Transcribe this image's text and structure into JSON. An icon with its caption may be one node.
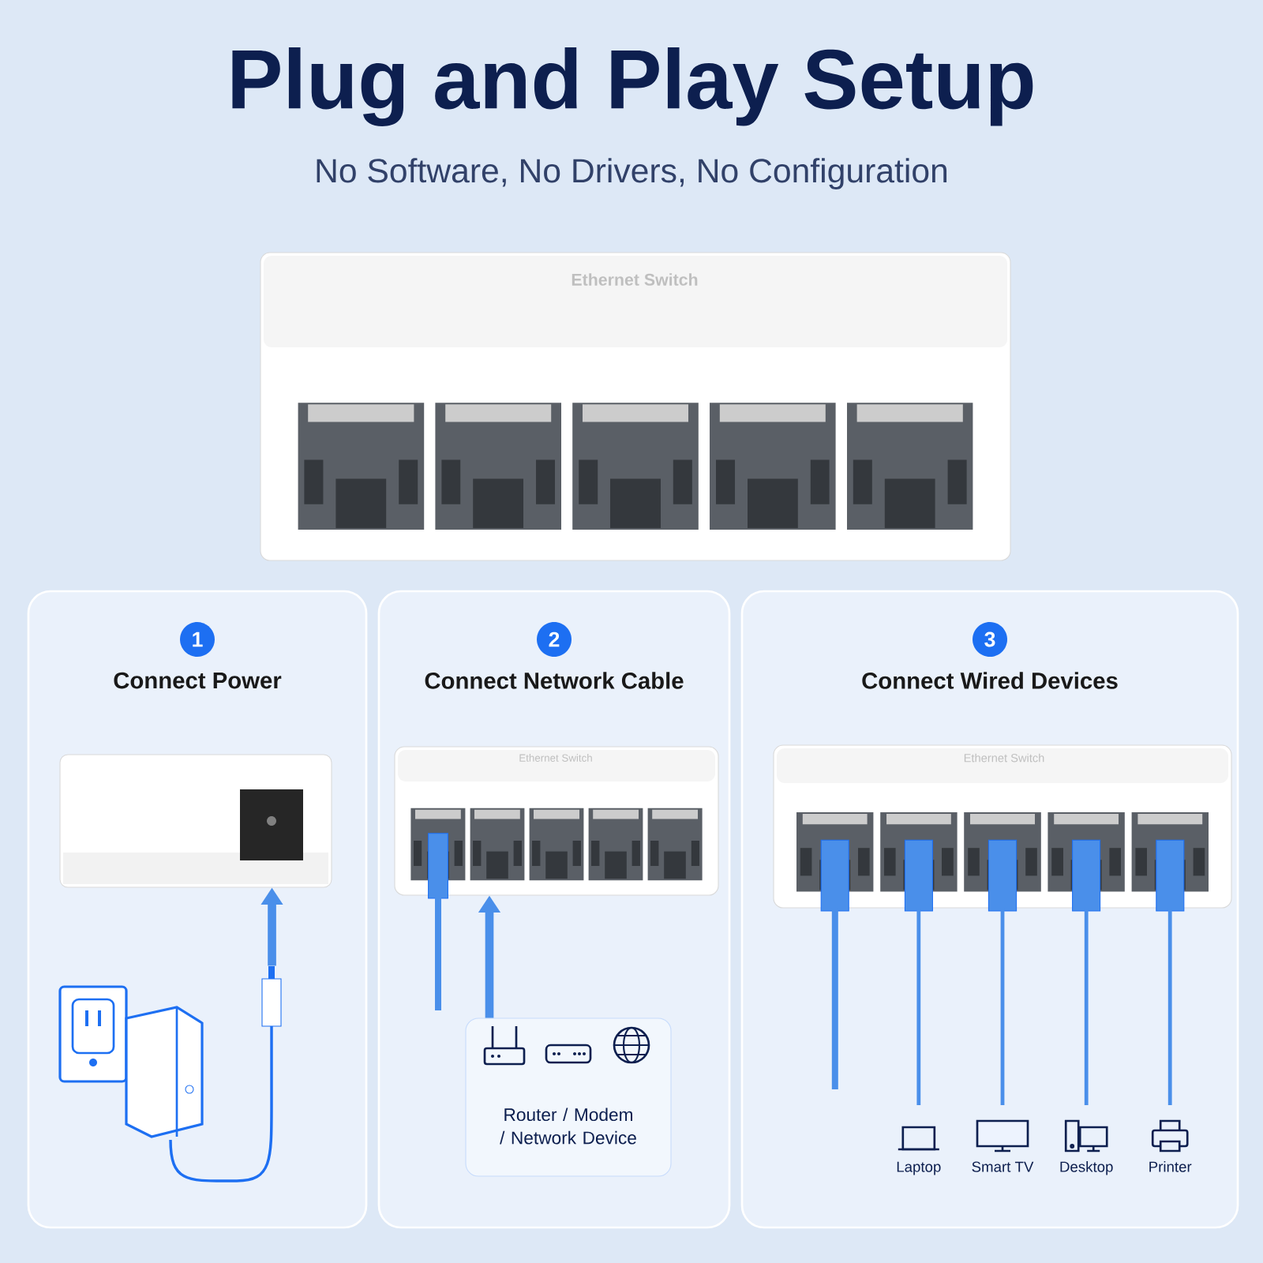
{
  "diagram": {
    "title": "Plug and Play Setup",
    "nodes": [
      {
        "text": [
          "1",
          "Connect Power"
        ]
      },
      {
        "text": [
          "2",
          "Connect Network Cable"
        ]
      },
      {
        "text": [
          "3",
          "Connect Wired Devices"
        ]
      },
      {
        "text": [],
        "shape": "picture",
        "in": 0
      },
      {
        "text": [],
        "shape": "picture",
        "in": 0
      },
      {
        "text": [],
        "shape": "picture",
        "in": 1
      },
      {
        "text": [
          "Router / Modem / Network Device"
        ],
        "in": 1
      },
      {
        "text": [],
        "shape": "picture",
        "in": 2
      },
      {
        "text": [
          "Laptop"
        ],
        "in": 2
      },
      {
        "text": [
          "Smart TV"
        ],
        "in": 2
      },
      {
        "text": [
          "Desktop"
        ],
        "in": 2
      },
      {
        "text": [
          "Printer"
        ],
        "in": 2
      }
    ],
    "edges": [
      {
        "from": 4,
        "to": 3,
        "arrow": "to",
        "style": "thick"
      },
      {
        "from": 6,
        "to": 5,
        "arrow": "to",
        "style": "thick"
      },
      {
        "from": 7,
        "to": 8,
        "arrow": "none"
      },
      {
        "from": 7,
        "to": 9,
        "arrow": "none"
      },
      {
        "from": 7,
        "to": 10,
        "arrow": "none"
      },
      {
        "from": 7,
        "to": 11,
        "arrow": "none"
      },
      {
        "from": null,
        "to": 7,
        "arrow": "none"
      }
    ],
    "labels": [
      "No Software, No Drivers, No Configuration",
      "Ethernet Switch",
      "Ethernet Switch",
      "Ethernet Switch"
    ]
  }
}
